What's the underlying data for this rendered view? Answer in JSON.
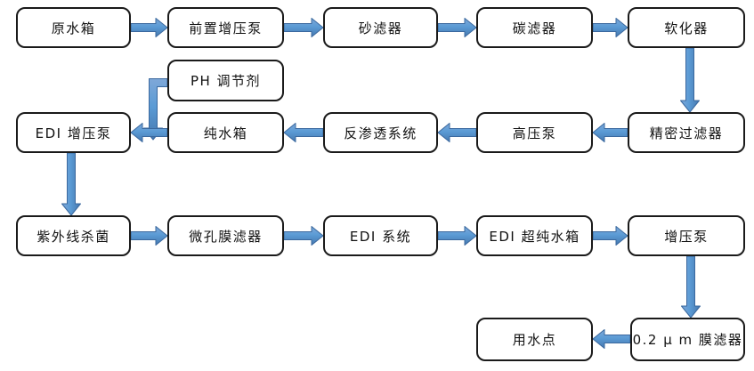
{
  "diagram_type": "flowchart",
  "colors": {
    "arrow_fill": "#5B9BD5",
    "arrow_fill_light": "#7FA8D8",
    "arrow_fill_dark": "#4677AE",
    "arrow_edge": "#3A689E",
    "box_border": "#1A1A1A",
    "box_fill": "#FFFFFF",
    "background": "#FFFFFF",
    "text": "#111111"
  },
  "nodes": [
    {
      "id": "raw-water-tank",
      "label": "原水箱"
    },
    {
      "id": "pre-boost-pump",
      "label": "前置增压泵"
    },
    {
      "id": "sand-filter",
      "label": "砂滤器"
    },
    {
      "id": "carbon-filter",
      "label": "碳滤器"
    },
    {
      "id": "softener",
      "label": "软化器"
    },
    {
      "id": "ph-adjuster",
      "label": "PH 调节剂"
    },
    {
      "id": "edi-boost-pump",
      "label": "EDI 增压泵"
    },
    {
      "id": "pure-water-tank",
      "label": "纯水箱"
    },
    {
      "id": "ro-system",
      "label": "反渗透系统"
    },
    {
      "id": "high-pressure-pump",
      "label": "高压泵"
    },
    {
      "id": "precision-filter",
      "label": "精密过滤器"
    },
    {
      "id": "uv-sterilizer",
      "label": "紫外线杀菌"
    },
    {
      "id": "microporous-membrane-filter",
      "label": "微孔膜滤器"
    },
    {
      "id": "edi-system",
      "label": "EDI 系统"
    },
    {
      "id": "edi-ultrapure-water-tank",
      "label": "EDI 超纯水箱"
    },
    {
      "id": "boost-pump",
      "label": "增压泵"
    },
    {
      "id": "use-point",
      "label": "用水点"
    },
    {
      "id": "membrane-filter-0-2um",
      "label": "0.2 μ m 膜滤器"
    }
  ],
  "edges": [
    {
      "from": "raw-water-tank",
      "to": "pre-boost-pump"
    },
    {
      "from": "pre-boost-pump",
      "to": "sand-filter"
    },
    {
      "from": "sand-filter",
      "to": "carbon-filter"
    },
    {
      "from": "carbon-filter",
      "to": "softener"
    },
    {
      "from": "softener",
      "to": "precision-filter"
    },
    {
      "from": "precision-filter",
      "to": "high-pressure-pump"
    },
    {
      "from": "high-pressure-pump",
      "to": "ro-system"
    },
    {
      "from": "ro-system",
      "to": "pure-water-tank"
    },
    {
      "from": "pure-water-tank",
      "to": "edi-boost-pump"
    },
    {
      "from": "ph-adjuster",
      "to": "line-pure-water-tank-to-edi-boost-pump"
    },
    {
      "from": "edi-boost-pump",
      "to": "uv-sterilizer"
    },
    {
      "from": "uv-sterilizer",
      "to": "microporous-membrane-filter"
    },
    {
      "from": "microporous-membrane-filter",
      "to": "edi-system"
    },
    {
      "from": "edi-system",
      "to": "edi-ultrapure-water-tank"
    },
    {
      "from": "edi-ultrapure-water-tank",
      "to": "boost-pump"
    },
    {
      "from": "boost-pump",
      "to": "membrane-filter-0-2um"
    },
    {
      "from": "membrane-filter-0-2um",
      "to": "use-point"
    }
  ]
}
